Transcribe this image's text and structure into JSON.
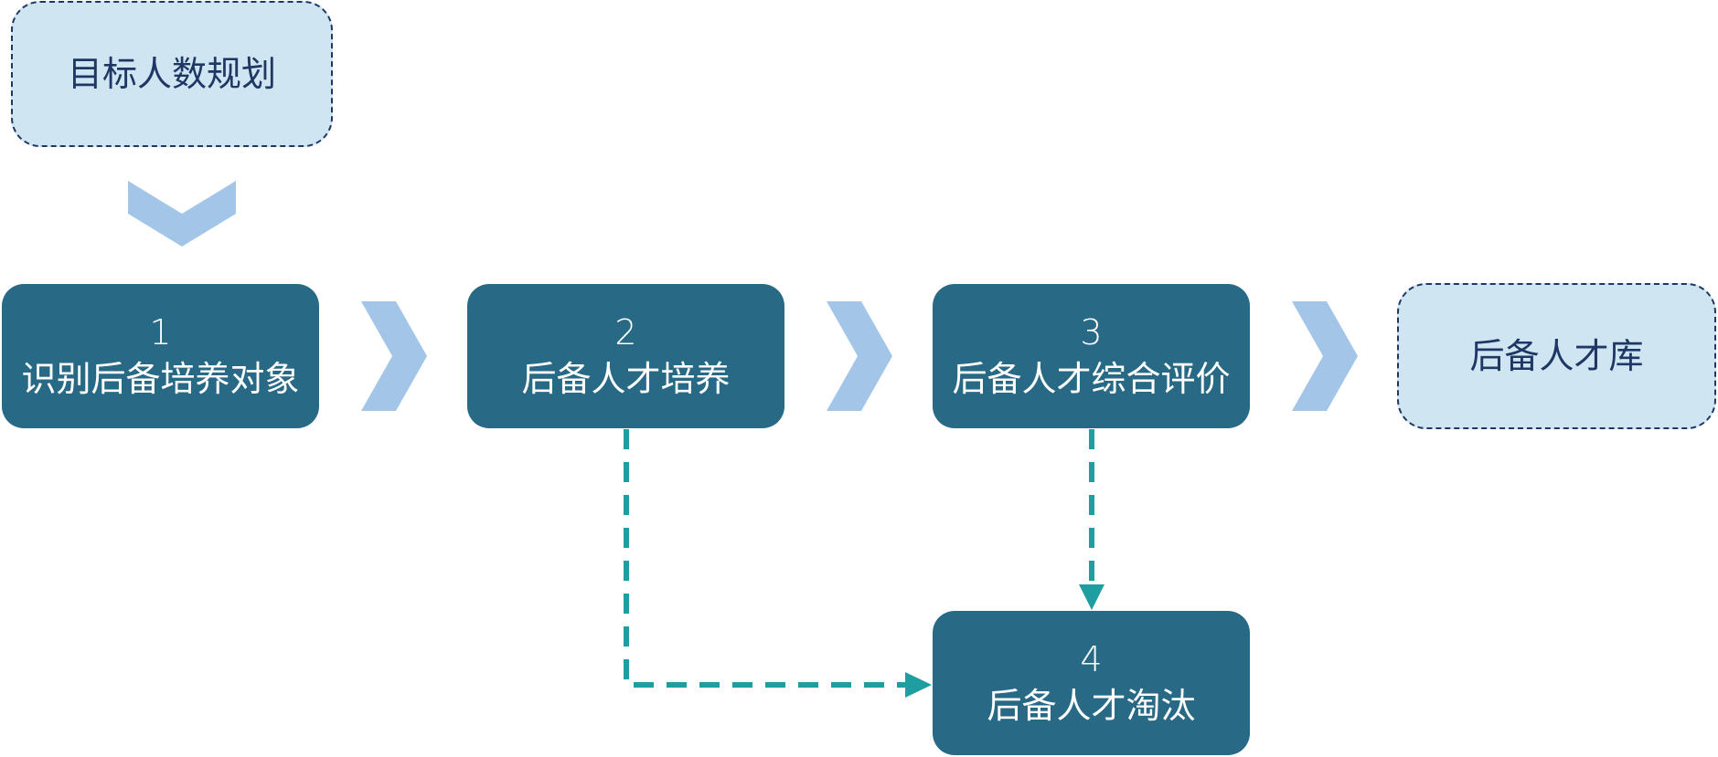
{
  "diagram": {
    "planning": {
      "label": "目标人数规划"
    },
    "steps": [
      {
        "number": "1",
        "label": "识别后备培养对象"
      },
      {
        "number": "2",
        "label": "后备人才培养"
      },
      {
        "number": "3",
        "label": "后备人才综合评价"
      },
      {
        "number": "4",
        "label": "后备人才淘汰"
      }
    ],
    "pool": {
      "label": "后备人才库"
    }
  },
  "colors": {
    "step_fill": "#286a85",
    "step_text": "#ffffff",
    "dashed_fill": "#cfe5f1",
    "dashed_border": "#1f3764",
    "chevron": "#a3c6e8",
    "dashed_connector": "#1f9ea2"
  }
}
